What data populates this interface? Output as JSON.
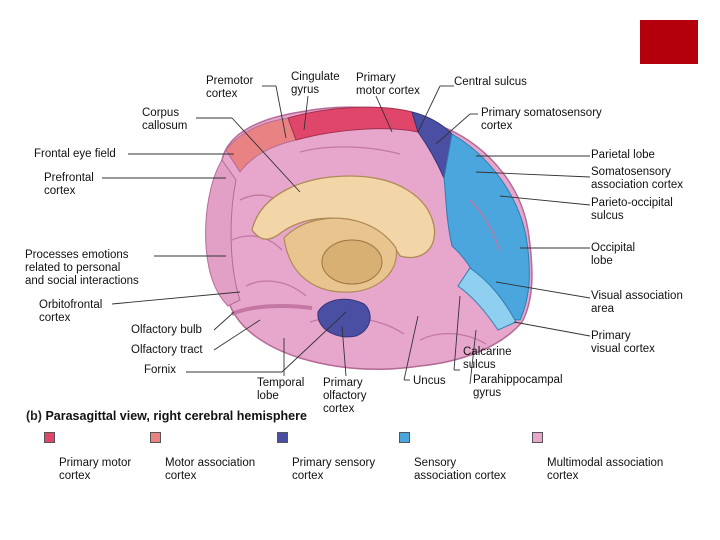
{
  "colors": {
    "primary_motor": "#e0466a",
    "motor_association": "#e98282",
    "primary_sensory": "#4b4fa3",
    "sensory_association": "#4aa6dc",
    "multimodal_association": "#e7a7cc",
    "corner_box": "#b3000c"
  },
  "labels": {
    "premotor": "Premotor\ncortex",
    "cingulate": "Cingulate\ngyrus",
    "primary_motor": "Primary\nmotor cortex",
    "central_sulcus": "Central sulcus",
    "corpus_callosum": "Corpus\ncallosum",
    "primary_somatosensory": "Primary somatosensory\ncortex",
    "frontal_eye_field": "Frontal eye field",
    "parietal_lobe": "Parietal lobe",
    "somatosensory_assoc": "Somatosensory\nassociation cortex",
    "prefrontal": "Prefrontal\ncortex",
    "parieto_occipital": "Parieto-occipital\nsulcus",
    "processes_emotions": "Processes emotions\nrelated to personal\nand social interactions",
    "occipital_lobe": "Occipital\nlobe",
    "visual_assoc": "Visual association\narea",
    "orbitofrontal": "Orbitofrontal\ncortex",
    "olfactory_bulb": "Olfactory bulb",
    "primary_visual": "Primary\nvisual cortex",
    "olfactory_tract": "Olfactory tract",
    "calcarine": "Calcarine\nsulcus",
    "fornix": "Fornix",
    "parahippocampal": "Parahippocampal\ngyrus",
    "uncus": "Uncus",
    "temporal_lobe": "Temporal\nlobe",
    "primary_olfactory": "Primary\nolfactory\ncortex"
  },
  "caption": {
    "letter": "(b)",
    "text": "Parasagittal view, right cerebral hemisphere"
  },
  "legend": [
    {
      "label": "Primary motor\ncortex"
    },
    {
      "label": "Motor association\ncortex"
    },
    {
      "label": "Primary sensory\ncortex"
    },
    {
      "label": "Sensory\nassociation cortex"
    },
    {
      "label": "Multimodal association\ncortex"
    }
  ]
}
